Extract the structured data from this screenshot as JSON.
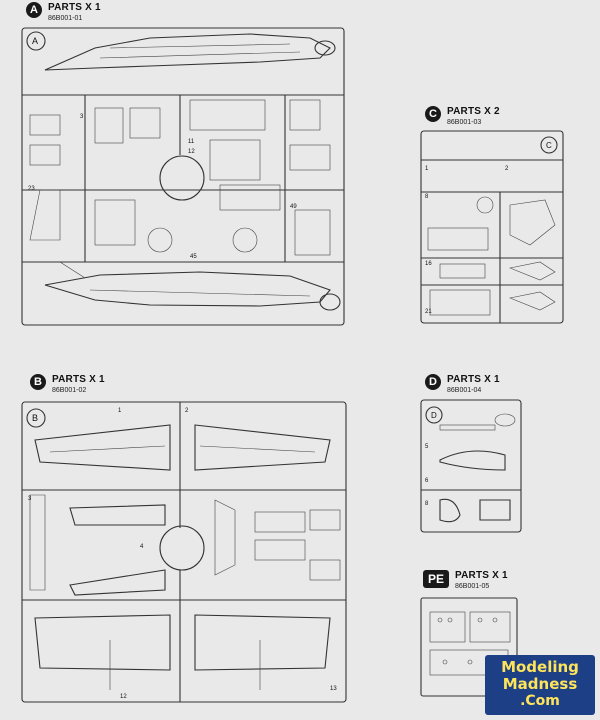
{
  "sprues": {
    "A": {
      "letter": "A",
      "parts": "PARTS X 1",
      "code": "86B001-01"
    },
    "B": {
      "letter": "B",
      "parts": "PARTS X 1",
      "code": "86B001-02"
    },
    "C": {
      "letter": "C",
      "parts": "PARTS X 2",
      "code": "86B001-03"
    },
    "D": {
      "letter": "D",
      "parts": "PARTS X 1",
      "code": "86B001-04"
    },
    "PE": {
      "letter": "PE",
      "parts": "PARTS X 1",
      "code": "86B001-05"
    }
  },
  "watermark": {
    "line1": "Modeling",
    "line2": "Madness",
    "line3": ".Com"
  },
  "colors": {
    "background": "#e9e9ea",
    "line": "#333333",
    "logo_bg": "#1c3f86",
    "logo_text": "#ffe45a"
  }
}
